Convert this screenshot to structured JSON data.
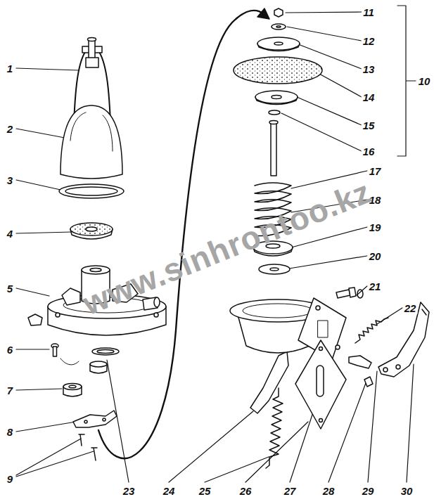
{
  "diagram": {
    "labels": [
      "1",
      "2",
      "3",
      "4",
      "5",
      "6",
      "7",
      "8",
      "9",
      "10",
      "11",
      "12",
      "13",
      "14",
      "15",
      "16",
      "17",
      "18",
      "19",
      "20",
      "21",
      "22",
      "23",
      "24",
      "25",
      "26",
      "27",
      "28",
      "29",
      "30",
      "www.sinhrontoo.kz"
    ]
  }
}
